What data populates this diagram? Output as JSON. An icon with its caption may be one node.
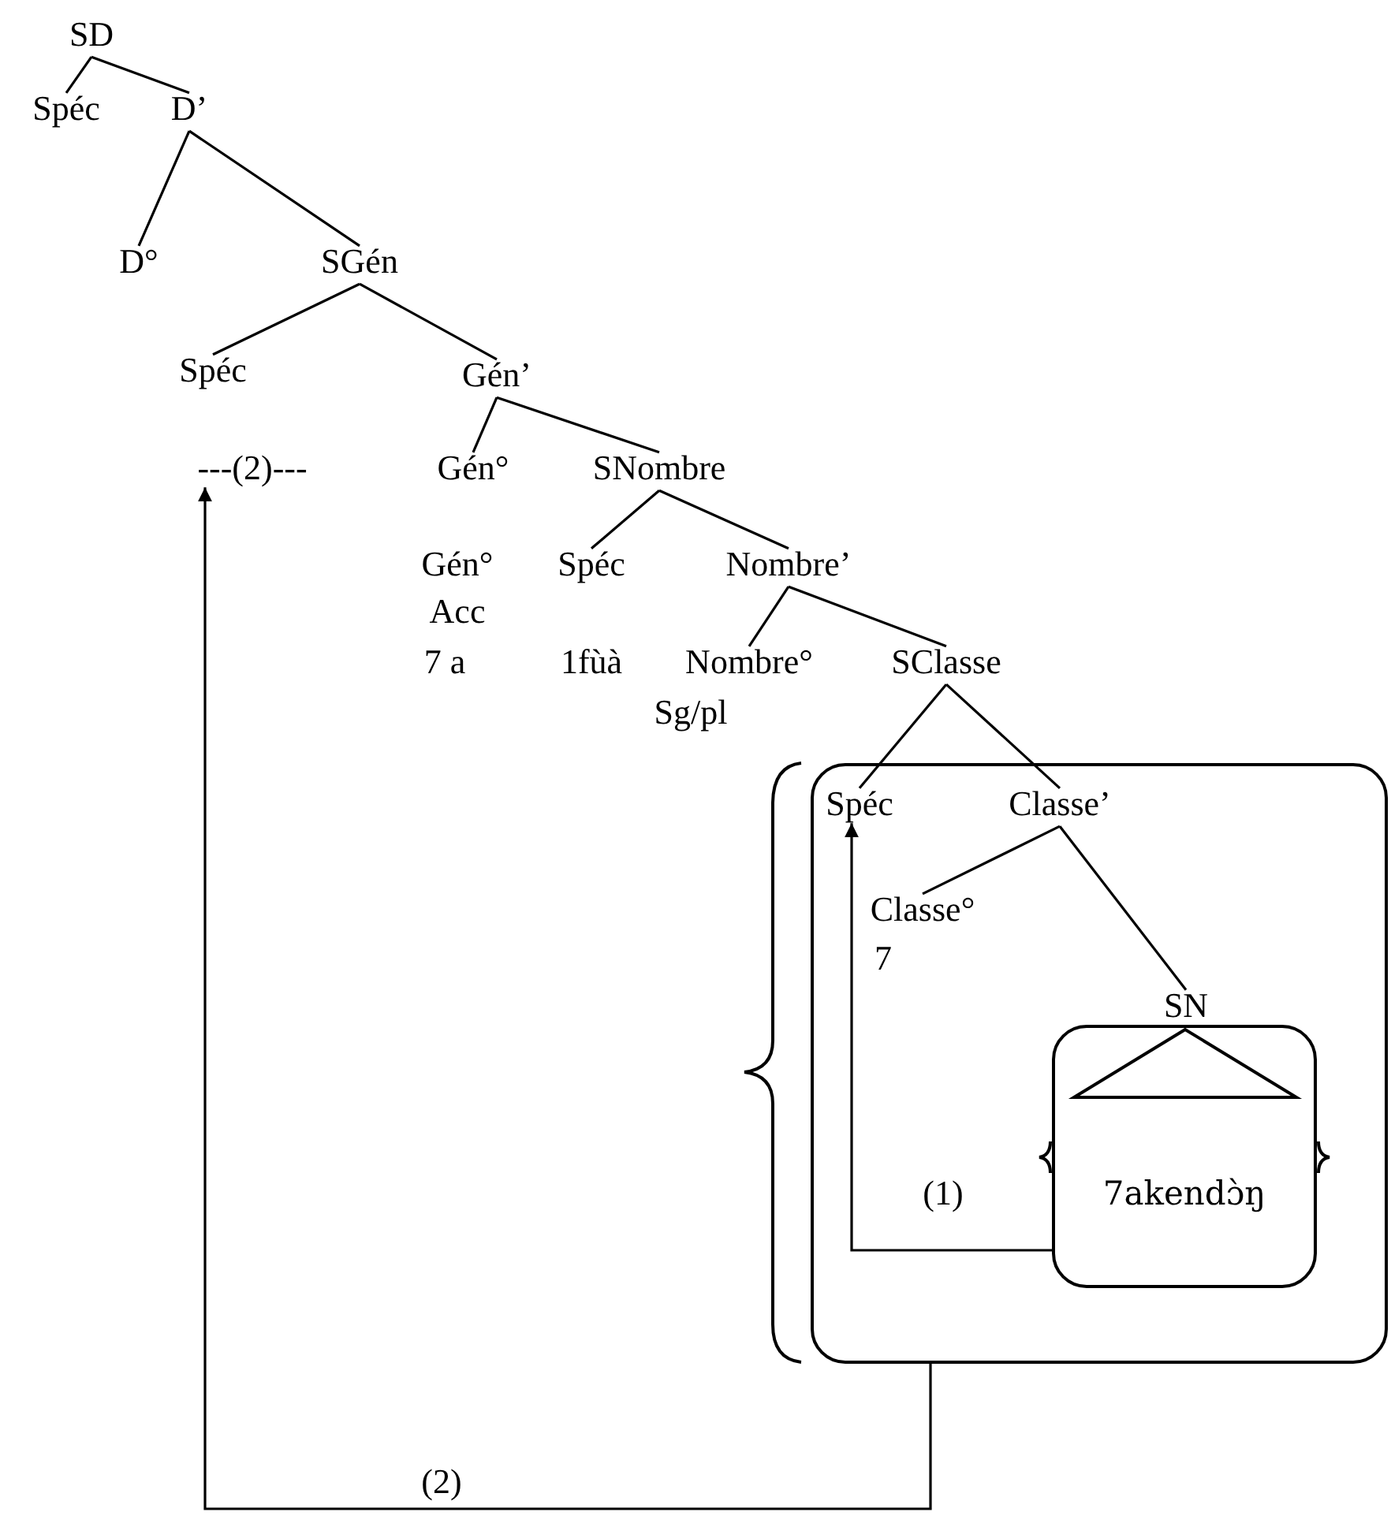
{
  "diagram": {
    "nodes": [
      {
        "text": [
          "SD"
        ]
      },
      {
        "text": [
          "Spéc"
        ]
      },
      {
        "text": [
          "D’"
        ]
      },
      {
        "text": [
          "D°"
        ]
      },
      {
        "text": [
          "SGén"
        ]
      },
      {
        "text": [
          "Spéc"
        ]
      },
      {
        "text": [
          "Gén’"
        ]
      },
      {
        "text": [
          "---(2)---"
        ]
      },
      {
        "text": [
          "Gén°"
        ]
      },
      {
        "text": [
          "SNombre"
        ]
      },
      {
        "text": [
          "Spéc"
        ]
      },
      {
        "text": [
          "Nombre’"
        ]
      },
      {
        "text": [
          "Nombre°"
        ]
      },
      {
        "text": [
          "SClasse"
        ]
      },
      {
        "text": [],
        "shape": "box"
      },
      {
        "text": [
          "Spéc"
        ],
        "in": 14
      },
      {
        "text": [
          "Classe’"
        ],
        "in": 14
      },
      {
        "text": [
          "Classe°"
        ],
        "in": 14
      },
      {
        "text": [
          "SN"
        ],
        "in": 14
      },
      {
        "text": [
          "7akendɔ̀ŋ"
        ],
        "in": 14
      },
      {
        "text": [],
        "shape": "triangle",
        "in": 19
      }
    ],
    "edges": [
      {
        "from": 0,
        "to": 1,
        "arrow": "none"
      },
      {
        "from": 0,
        "to": 2,
        "arrow": "none"
      },
      {
        "from": 2,
        "to": 3,
        "arrow": "none"
      },
      {
        "from": 2,
        "to": 4,
        "arrow": "none"
      },
      {
        "from": 4,
        "to": 5,
        "arrow": "none"
      },
      {
        "from": 4,
        "to": 6,
        "arrow": "none"
      },
      {
        "from": 6,
        "to": 8,
        "arrow": "none"
      },
      {
        "from": 6,
        "to": 9,
        "arrow": "none"
      },
      {
        "from": 9,
        "to": 10,
        "arrow": "none"
      },
      {
        "from": 9,
        "to": 11,
        "arrow": "none"
      },
      {
        "from": 11,
        "to": 12,
        "arrow": "none"
      },
      {
        "from": 11,
        "to": 13,
        "arrow": "none"
      },
      {
        "from": 13,
        "to": 15,
        "arrow": "none"
      },
      {
        "from": 13,
        "to": 16,
        "arrow": "none"
      },
      {
        "from": 16,
        "to": 17,
        "arrow": "none"
      },
      {
        "from": 16,
        "to": 18,
        "arrow": "none"
      },
      {
        "from": 19,
        "to": 15,
        "arrow": "to",
        "label": "(1)"
      },
      {
        "from": 14,
        "to": 7,
        "arrow": "to",
        "label": "(2)"
      }
    ],
    "labels": [
      "Gén°",
      "Acc",
      "7 a",
      "1fùà",
      "Sg/pl",
      "7"
    ]
  }
}
